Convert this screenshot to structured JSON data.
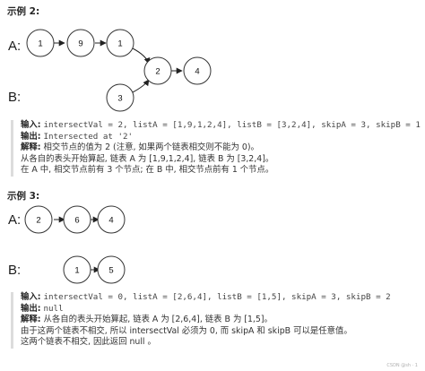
{
  "example2": {
    "heading": "示例 2:",
    "label_a": "A:",
    "label_b": "B:",
    "nodes_a": [
      "1",
      "9",
      "1"
    ],
    "node_shared_1": "2",
    "node_shared_2": "4",
    "node_b": "3",
    "input_label": "输入:",
    "input_text": "intersectVal = 2, listA = [1,9,1,2,4], listB = [3,2,4], skipA = 3, skipB = 1",
    "output_label": "输出:",
    "output_text": "Intersected at '2'",
    "explain_label": "解释:",
    "explain_line1": "相交节点的值为 2 (注意, 如果两个链表相交则不能为 0)。",
    "explain_line2": "从各自的表头开始算起, 链表 A 为 [1,9,1,2,4], 链表 B 为 [3,2,4]。",
    "explain_line3": "在 A 中, 相交节点前有 3 个节点; 在 B 中, 相交节点前有 1 个节点。"
  },
  "example3": {
    "heading": "示例 3:",
    "label_a": "A:",
    "label_b": "B:",
    "nodes_a": [
      "2",
      "6",
      "4"
    ],
    "nodes_b": [
      "1",
      "5"
    ],
    "input_label": "输入:",
    "input_text": "intersectVal = 0, listA = [2,6,4], listB = [1,5], skipA = 3, skipB = 2",
    "output_label": "输出:",
    "output_text": "null",
    "explain_label": "解释:",
    "explain_line1": "从各自的表头开始算起, 链表 A 为 [2,6,4], 链表 B 为 [1,5]。",
    "explain_line2": "由于这两个链表不相交, 所以 intersectVal 必须为 0, 而 skipA 和 skipB 可以是任意值。",
    "explain_line3": "这两个链表不相交, 因此返回 null 。"
  },
  "watermark": "CSDN @sh · 1"
}
